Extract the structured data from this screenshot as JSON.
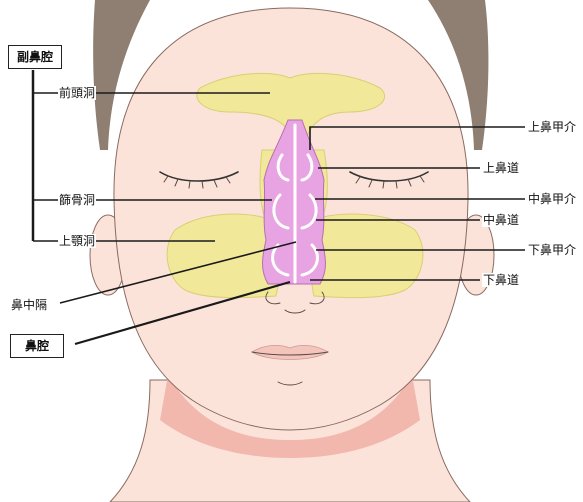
{
  "labels": {
    "paranasal_sinus": "副鼻腔",
    "frontal_sinus": "前頭洞",
    "ethmoid_sinus": "篩骨洞",
    "maxillary_sinus": "上顎洞",
    "nasal_septum": "鼻中隔",
    "nasal_cavity": "鼻腔",
    "superior_turbinate": "上鼻甲介",
    "superior_meatus": "上鼻道",
    "middle_turbinate": "中鼻甲介",
    "middle_meatus": "中鼻道",
    "inferior_turbinate": "下鼻甲介",
    "inferior_meatus": "下鼻道"
  },
  "colors": {
    "skin": "#fbe3da",
    "hair": "#8f7f72",
    "sinus": "#f2e89a",
    "sinus_stroke": "#d9cf73",
    "nasal_tissue": "#e8a4e2",
    "nasal_outline": "#ffffff",
    "neck_shadow": "#f2b8ad",
    "line": "#1a1a1a"
  }
}
